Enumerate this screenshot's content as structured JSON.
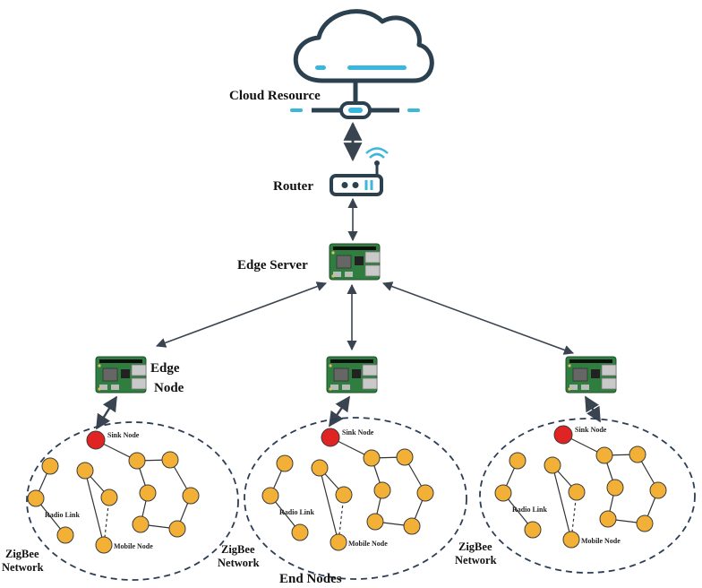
{
  "labels": {
    "cloud": "Cloud Resource",
    "router": "Router",
    "edge_server": "Edge Server",
    "edge_node_line1": "Edge",
    "edge_node_line2": "Node",
    "end_nodes": "End Nodes"
  },
  "clusters": [
    {
      "sink": "Sink Node",
      "radio": "Radio Link",
      "mobile": "Mobile Node",
      "net_line1": "ZigBee",
      "net_line2": "Network"
    },
    {
      "sink": "Sink Node",
      "radio": "Radio Link",
      "mobile": "Mobile Node",
      "net_line1": "ZigBee",
      "net_line2": "Network"
    },
    {
      "sink": "Sink Node",
      "radio": "Radio Link",
      "mobile": "Mobile Node",
      "net_line1": "ZigBee",
      "net_line2": "Network"
    }
  ],
  "colors": {
    "cloud_stroke": "#2c4150",
    "cloud_accent": "#3bb6dd",
    "sink_node": "#e02323",
    "sensor_node": "#f2b136",
    "node_stroke": "#3b3b3b",
    "board_green": "#2f7d3f",
    "arrow": "#3a4450"
  },
  "icons": [
    "cloud-icon",
    "router-icon",
    "raspberry-pi-board-icon"
  ]
}
